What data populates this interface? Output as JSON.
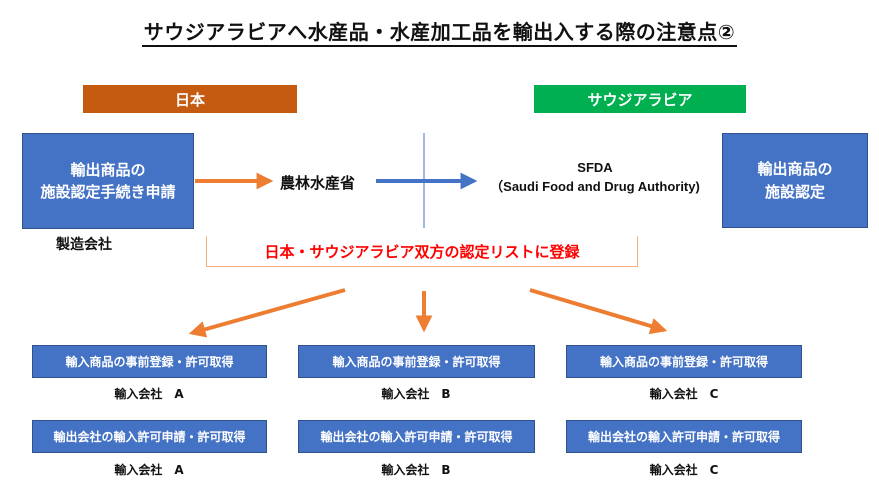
{
  "title": "サウジアラビアへ水産品・水産加工品を輸出入する際の注意点②",
  "headers": {
    "japan": "日本",
    "saudi": "サウジアラビア"
  },
  "export_application": {
    "line1": "輸出商品の",
    "line2": "施設認定手続き申請"
  },
  "manufacturer_label": "製造会社",
  "ministry": "農林水産省",
  "sfda": {
    "name": "SFDA",
    "full": "（Saudi Food and Drug Authority)"
  },
  "facility_certification": {
    "line1": "輸出商品の",
    "line2": "施設認定"
  },
  "registration": "日本・サウジアラビア双方の認定リストに登録",
  "importers": [
    {
      "pre_registration": "輸入商品の事前登録・許可取得",
      "export_license": "輸出会社の輸入許可申請・許可取得",
      "label": "輸入会社　A"
    },
    {
      "pre_registration": "輸入商品の事前登録・許可取得",
      "export_license": "輸出会社の輸入許可申請・許可取得",
      "label": "輸入会社　B"
    },
    {
      "pre_registration": "輸入商品の事前登録・許可取得",
      "export_license": "輸出会社の輸入許可申請・許可取得",
      "label": "輸入会社　C"
    }
  ],
  "colors": {
    "japan_header": "#c55a11",
    "saudi_header": "#00b050",
    "box_blue": "#4472c4",
    "orange_arrow": "#ed7d31",
    "blue_arrow": "#4472c4",
    "registration_text": "#ff0000"
  }
}
